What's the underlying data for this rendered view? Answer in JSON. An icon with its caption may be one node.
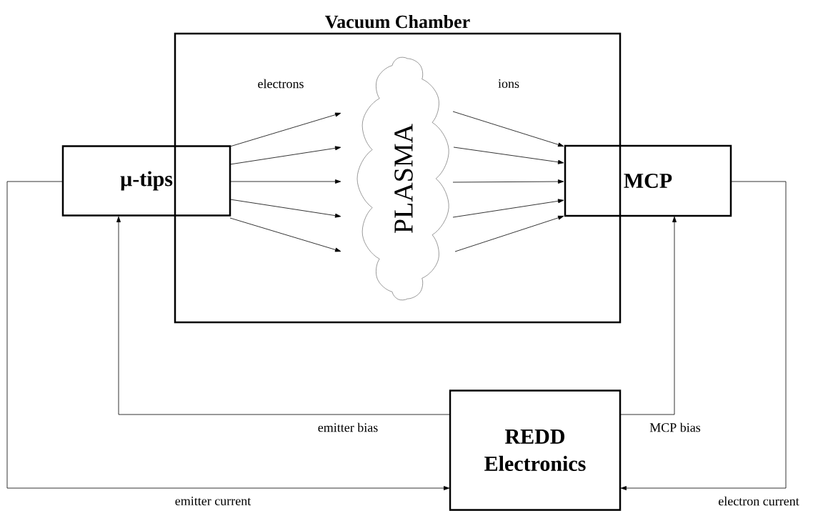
{
  "diagram": {
    "nodes": [
      {
        "text": [
          "Vacuum Chamber"
        ]
      },
      {
        "text": [
          "µ-tips"
        ]
      },
      {
        "text": [
          "PLASMA"
        ],
        "in": 0
      },
      {
        "text": [
          "MCP"
        ]
      },
      {
        "text": [
          "REDD Electronics"
        ]
      }
    ],
    "edges": [
      {
        "from": 1,
        "to": 2,
        "arrow": "to"
      },
      {
        "from": 1,
        "to": 2,
        "arrow": "to"
      },
      {
        "from": 1,
        "to": 2,
        "arrow": "to"
      },
      {
        "from": 1,
        "to": 2,
        "arrow": "to"
      },
      {
        "from": 1,
        "to": 2,
        "arrow": "to"
      },
      {
        "from": 2,
        "to": 3,
        "arrow": "to"
      },
      {
        "from": 2,
        "to": 3,
        "arrow": "to"
      },
      {
        "from": 2,
        "to": 3,
        "arrow": "to"
      },
      {
        "from": 2,
        "to": 3,
        "arrow": "to"
      },
      {
        "from": 2,
        "to": 3,
        "arrow": "to"
      },
      {
        "from": 4,
        "to": 1,
        "arrow": "to",
        "label": "emitter bias"
      },
      {
        "from": 1,
        "to": 4,
        "arrow": "to",
        "label": "emitter current"
      },
      {
        "from": 4,
        "to": 3,
        "arrow": "to",
        "label": "MCP bias"
      },
      {
        "from": 3,
        "to": 4,
        "arrow": "to",
        "label": "electron current"
      }
    ],
    "labels": [
      "electrons",
      "ions"
    ]
  }
}
